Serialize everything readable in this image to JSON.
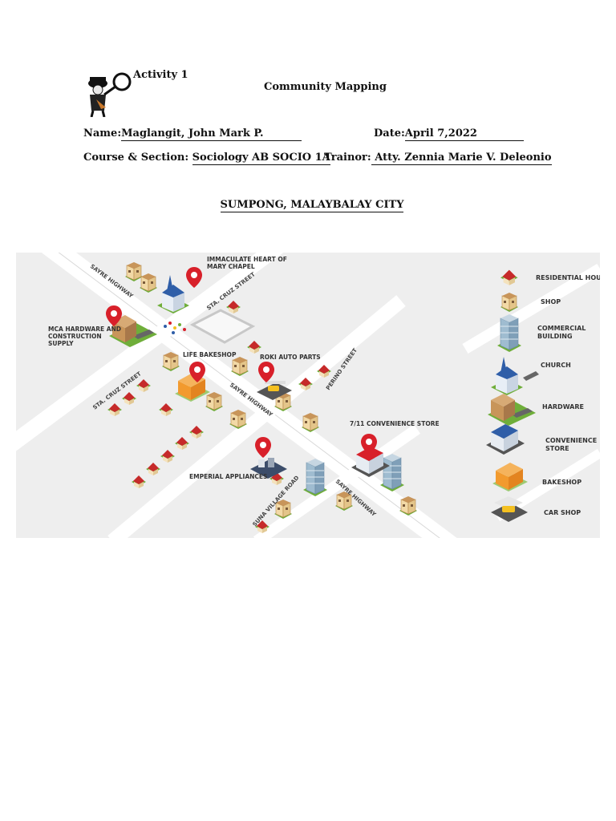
{
  "header": {
    "activity": "Activity 1",
    "title": "Community Mapping"
  },
  "fields": {
    "name_label": "Name:",
    "name_value": " Maglangit, John Mark P.",
    "date_label": "Date:",
    "date_value": " April 7,2022",
    "course_label": "Course & Section:",
    "course_value": "Sociology AB SOCIO 1A",
    "trainor_label": "Trainor:",
    "trainor_value": " Atty. Zennia Marie V. Deleonio"
  },
  "location_title": "SUMPONG, MALAYBALAY CITY",
  "map": {
    "places": {
      "chapel": [
        "IMMACULATE HEART OF",
        "MARY CHAPEL"
      ],
      "hardware": [
        "MCA HARDWARE AND",
        "CONSTRUCTION",
        "SUPPLY"
      ],
      "bakeshop": "LIFE BAKESHOP",
      "autoparts": "ROKI AUTO PARTS",
      "convenience": "7/11 CONVENIENCE STORE",
      "appliances": "EMPERIAL APPLIANCES"
    },
    "streets": {
      "sayre_1": "SAYRE HIGHWAY",
      "sayre_2": "SAYRE HIGHWAY",
      "sayre_3": "SAYRE HIGHWAY",
      "sta_cruz_1": "STA. CRUZ STREET",
      "sta_cruz_2": "STA. CRUZ STREET",
      "perino": "PERINO STREET",
      "suna": "SUNA VILLAGE ROAD"
    },
    "legend": [
      {
        "label": "RESIDENTIAL HOUSE",
        "icon": "residential-house-icon"
      },
      {
        "label": "SHOP",
        "icon": "shop-icon"
      },
      {
        "label": [
          "COMMERCIAL",
          "BUILDING"
        ],
        "icon": "commercial-building-icon"
      },
      {
        "label": "CHURCH",
        "icon": "church-icon"
      },
      {
        "label": "HARDWARE",
        "icon": "hardware-icon"
      },
      {
        "label": [
          "CONVENIENCE",
          "STORE"
        ],
        "icon": "convenience-store-icon"
      },
      {
        "label": "BAKESHOP",
        "icon": "bakeshop-icon"
      },
      {
        "label": "CAR SHOP",
        "icon": "car-shop-icon"
      }
    ],
    "colors": {
      "pin": "#d8202a",
      "roof": "#c62a2a",
      "grass": "#6fae3a",
      "wall": "#f2d9a6",
      "building": "#8fb0c8",
      "church": "#2f5ea8"
    }
  }
}
